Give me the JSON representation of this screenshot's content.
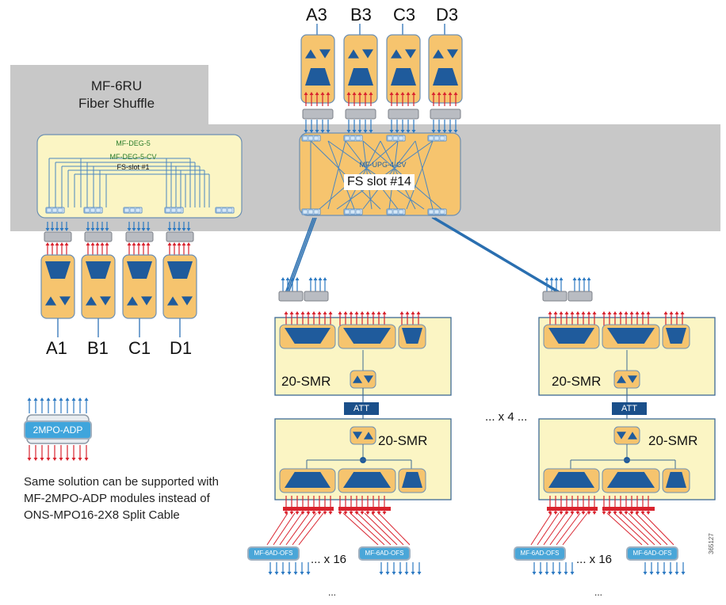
{
  "shuffle": {
    "title_line1": "MF-6RU",
    "title_line2": "Fiber Shuffle"
  },
  "deg_module": {
    "name1": "MF-DEG-5",
    "name2": "MF-DEG-5-CV",
    "slot": "FS-slot #1"
  },
  "upg_module": {
    "name": "MF-UPG-4-CV",
    "slot": "FS slot #14"
  },
  "top_labels": [
    "A3",
    "B3",
    "C3",
    "D3"
  ],
  "bottom_labels": [
    "A1",
    "B1",
    "C1",
    "D1"
  ],
  "smr_label": "20-SMR",
  "att_label": "ATT",
  "repeat_mid": "... x 4 ...",
  "repeat_bottom": "... x 16",
  "ellipsis": "...",
  "ofs_label": "MF-6AD-OFS",
  "adp_label": "2MPO-ADP",
  "description": "Same solution can be supported with MF-2MPO-ADP modules instead of ONS-MPO16-2X8 Split Cable",
  "figure_id": "365127",
  "colors": {
    "shuffle_gray": "#c8c8c8",
    "module_yellow": "#fbf5c4",
    "module_orange": "#f6c46e",
    "triangle_blue": "#1f5b9c",
    "fiber_red": "#d9232e",
    "fiber_blue": "#2a78c2"
  }
}
